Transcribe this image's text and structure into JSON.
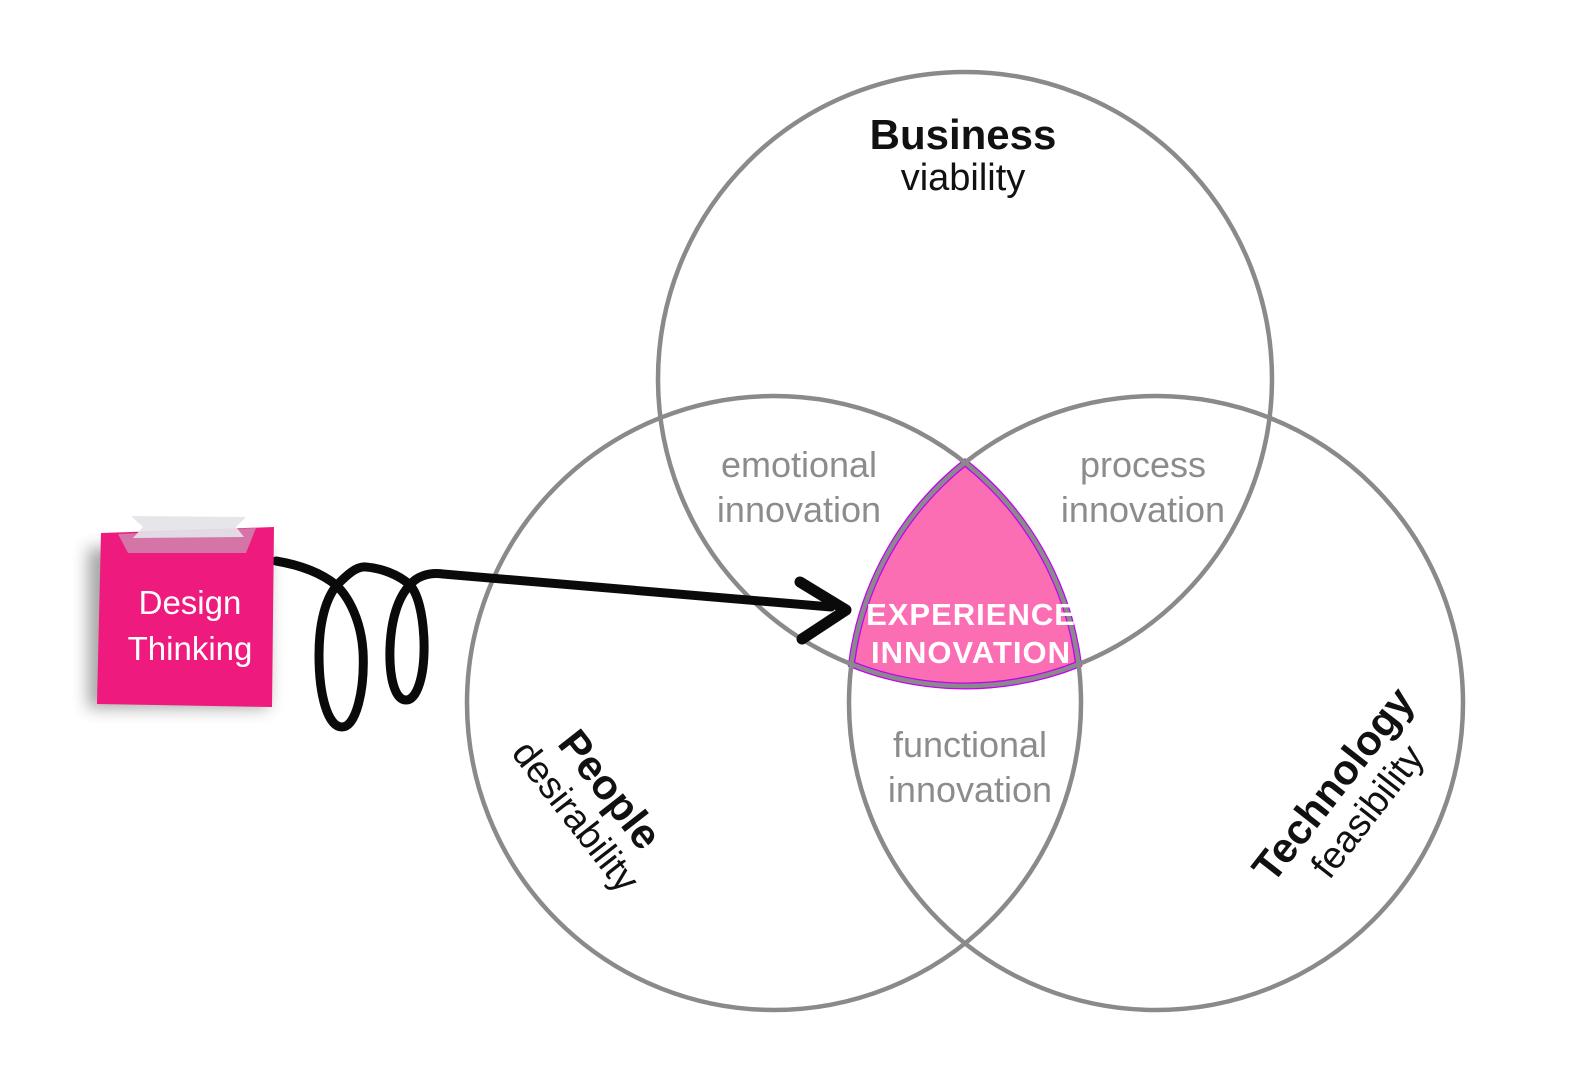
{
  "diagram": {
    "type": "venn-3",
    "topic": "Design Thinking",
    "sets": [
      {
        "id": "business",
        "name": "Business",
        "attribute": "viability"
      },
      {
        "id": "people",
        "name": "People",
        "attribute": "desirability"
      },
      {
        "id": "technology",
        "name": "Technology",
        "attribute": "feasibility"
      }
    ],
    "overlaps": [
      {
        "between": "business+people",
        "line1": "emotional",
        "line2": "innovation"
      },
      {
        "between": "business+technology",
        "line1": "process",
        "line2": "innovation"
      },
      {
        "between": "people+technology",
        "line1": "functional",
        "line2": "innovation"
      },
      {
        "between": "business+people+technology",
        "line1": "EXPERIENCE",
        "line2": "INNOVATION"
      }
    ],
    "note": {
      "line1": "Design",
      "line2": "Thinking"
    },
    "colors": {
      "circle_stroke": "#8a8a8a",
      "overlap_label_gray": "#8c8c8c",
      "center_fill": "#fb6eb4",
      "center_outline": "#c400f5",
      "note_fill": "#ee1a7d",
      "tape_gray": "#e4e4e8",
      "arrow_black": "#0a0a0a",
      "text_dark": "#111111",
      "text_white": "#ffffff"
    }
  }
}
